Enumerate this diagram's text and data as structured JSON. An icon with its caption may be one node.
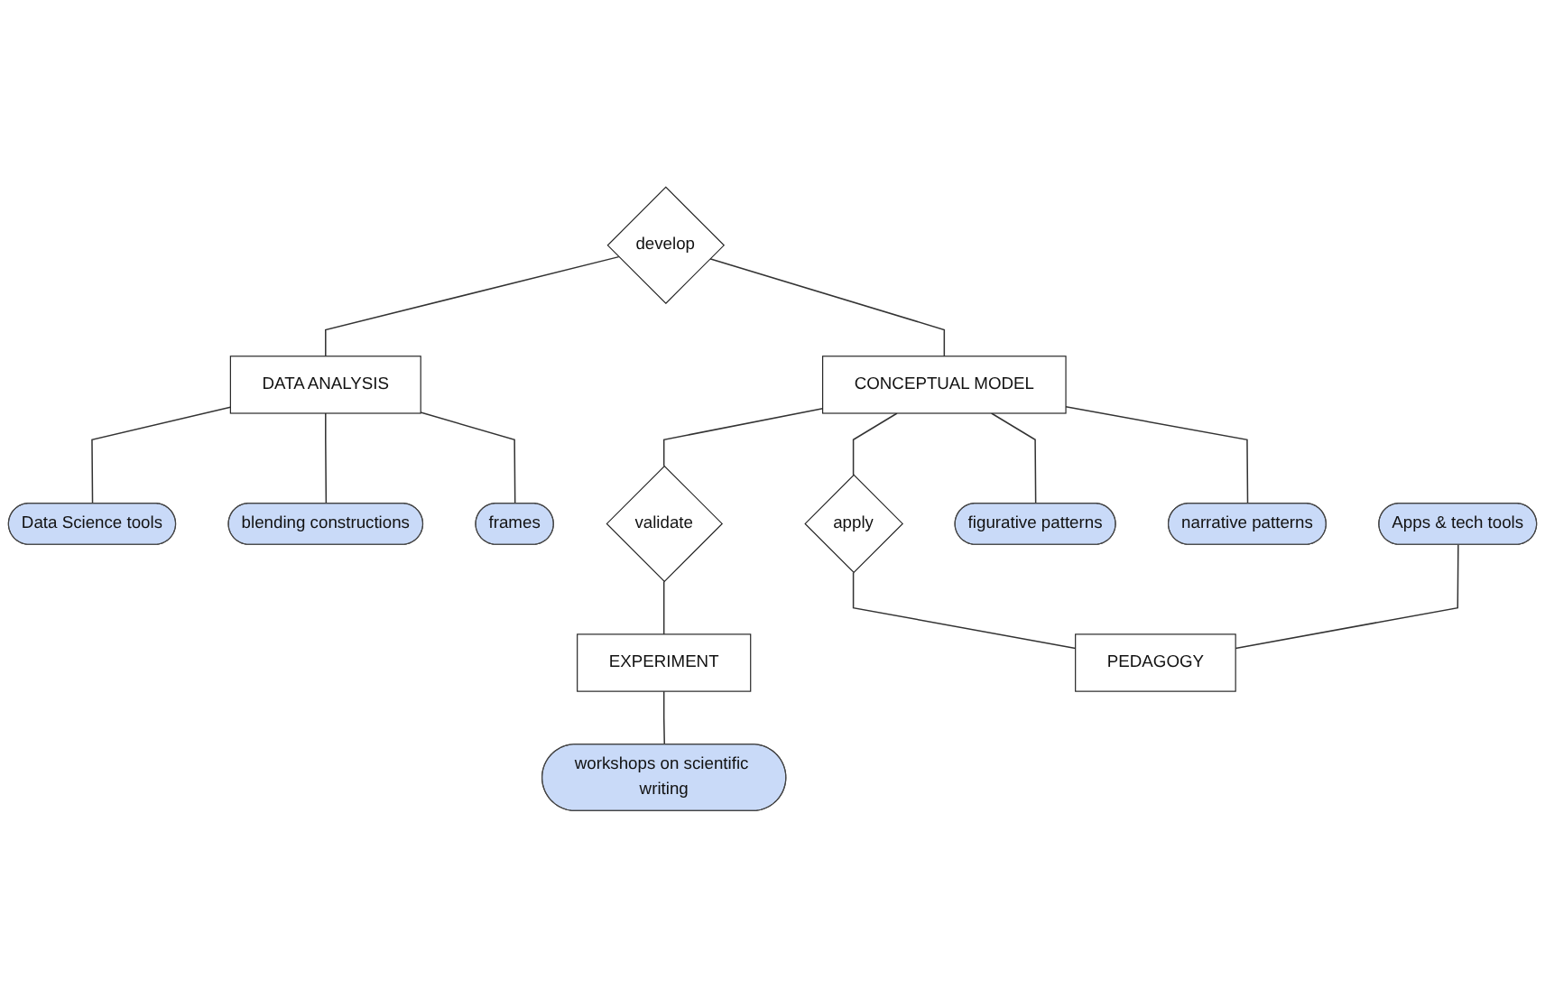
{
  "diagram": {
    "nodes": [
      {
        "text": [
          "CONCEPTUAL MODEL"
        ]
      },
      {
        "text": [
          "narrative patterns"
        ]
      },
      {
        "text": [
          "figurative patterns"
        ]
      },
      {
        "text": [
          "develop"
        ]
      },
      {
        "text": [
          "apply"
        ]
      },
      {
        "text": [
          "DATA ANALYSIS"
        ]
      },
      {
        "text": [
          "frames"
        ]
      },
      {
        "text": [
          "blending constructions"
        ]
      },
      {
        "text": [
          "Data Science tools"
        ]
      },
      {
        "text": [
          "validate"
        ]
      },
      {
        "text": [
          "PEDAGOGY"
        ]
      },
      {
        "text": [
          "Apps & tech tools"
        ]
      },
      {
        "text": [
          "EXPERIMENT"
        ]
      },
      {
        "text": [
          "workshops on scientific writing"
        ]
      }
    ],
    "edges": [
      {
        "from": 0,
        "to": 1,
        "arrow": "none"
      },
      {
        "from": 0,
        "to": 2,
        "arrow": "none"
      },
      {
        "from": 3,
        "to": 0,
        "arrow": "none"
      },
      {
        "from": 3,
        "to": 5,
        "arrow": "none"
      },
      {
        "from": 5,
        "to": 6,
        "arrow": "none"
      },
      {
        "from": 5,
        "to": 7,
        "arrow": "none"
      },
      {
        "from": 5,
        "to": 8,
        "arrow": "none"
      },
      {
        "from": 0,
        "to": 4,
        "arrow": "none"
      },
      {
        "from": 4,
        "to": 10,
        "arrow": "none"
      },
      {
        "from": 11,
        "to": 10,
        "arrow": "none"
      },
      {
        "from": 0,
        "to": 9,
        "arrow": "none"
      },
      {
        "from": 9,
        "to": 12,
        "arrow": "none"
      },
      {
        "from": 12,
        "to": 13,
        "arrow": "none"
      }
    ]
  }
}
